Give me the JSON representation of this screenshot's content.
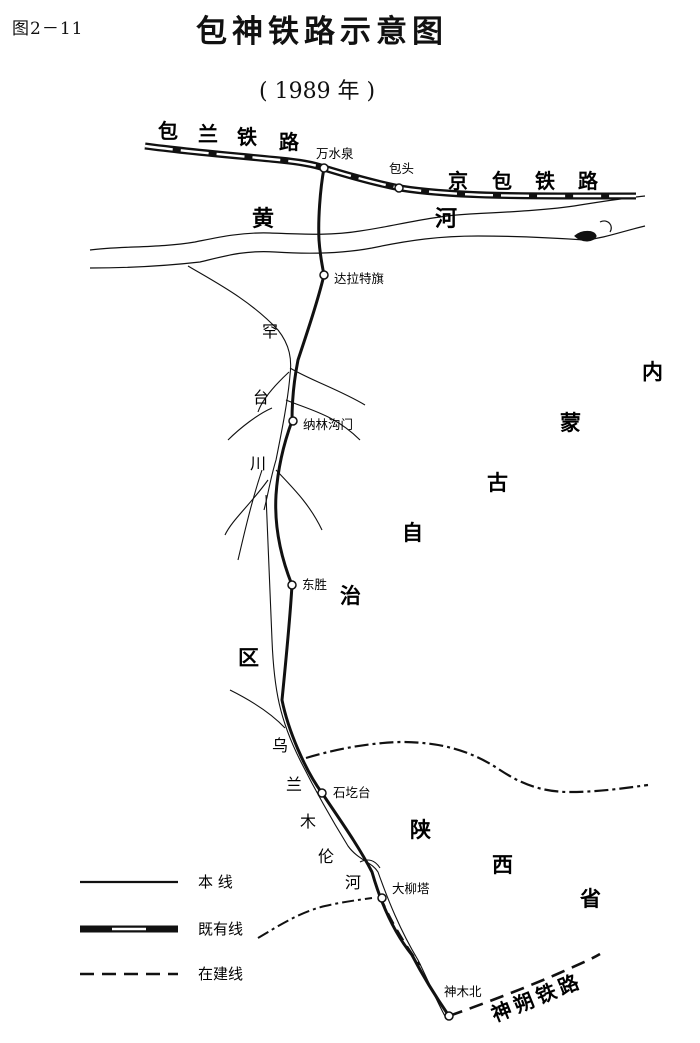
{
  "header": {
    "figure_id": "图2－11",
    "title": "包神铁路示意图",
    "year": "( 1989 年 )"
  },
  "railways": {
    "baolan": [
      "包",
      "兰",
      "铁",
      "路"
    ],
    "jingbao": [
      "京",
      "包",
      "铁",
      "路"
    ],
    "shenshuo": "神朔铁路"
  },
  "rivers": {
    "huanghe": [
      "黄",
      "河"
    ],
    "hantaichuan": [
      "罕",
      "台",
      "川"
    ],
    "wulanmulunhe": [
      "乌",
      "兰",
      "木",
      "伦",
      "河"
    ]
  },
  "stations": {
    "wanshuiquan": "万水泉",
    "baotou": "包头",
    "dalateqi": "达拉特旗",
    "nalingoumen": "纳林沟门",
    "dongsheng": "东胜",
    "shigetai": "石圪台",
    "daliuta": "大柳塔",
    "shenmubei": "神木北"
  },
  "regions": {
    "neimenggu": [
      "内",
      "蒙",
      "古",
      "自",
      "治",
      "区"
    ],
    "shaanxi": [
      "陕",
      "西",
      "省"
    ]
  },
  "legend": {
    "main_line": "本  线",
    "existing_line": "既有线",
    "under_construction": "在建线"
  }
}
